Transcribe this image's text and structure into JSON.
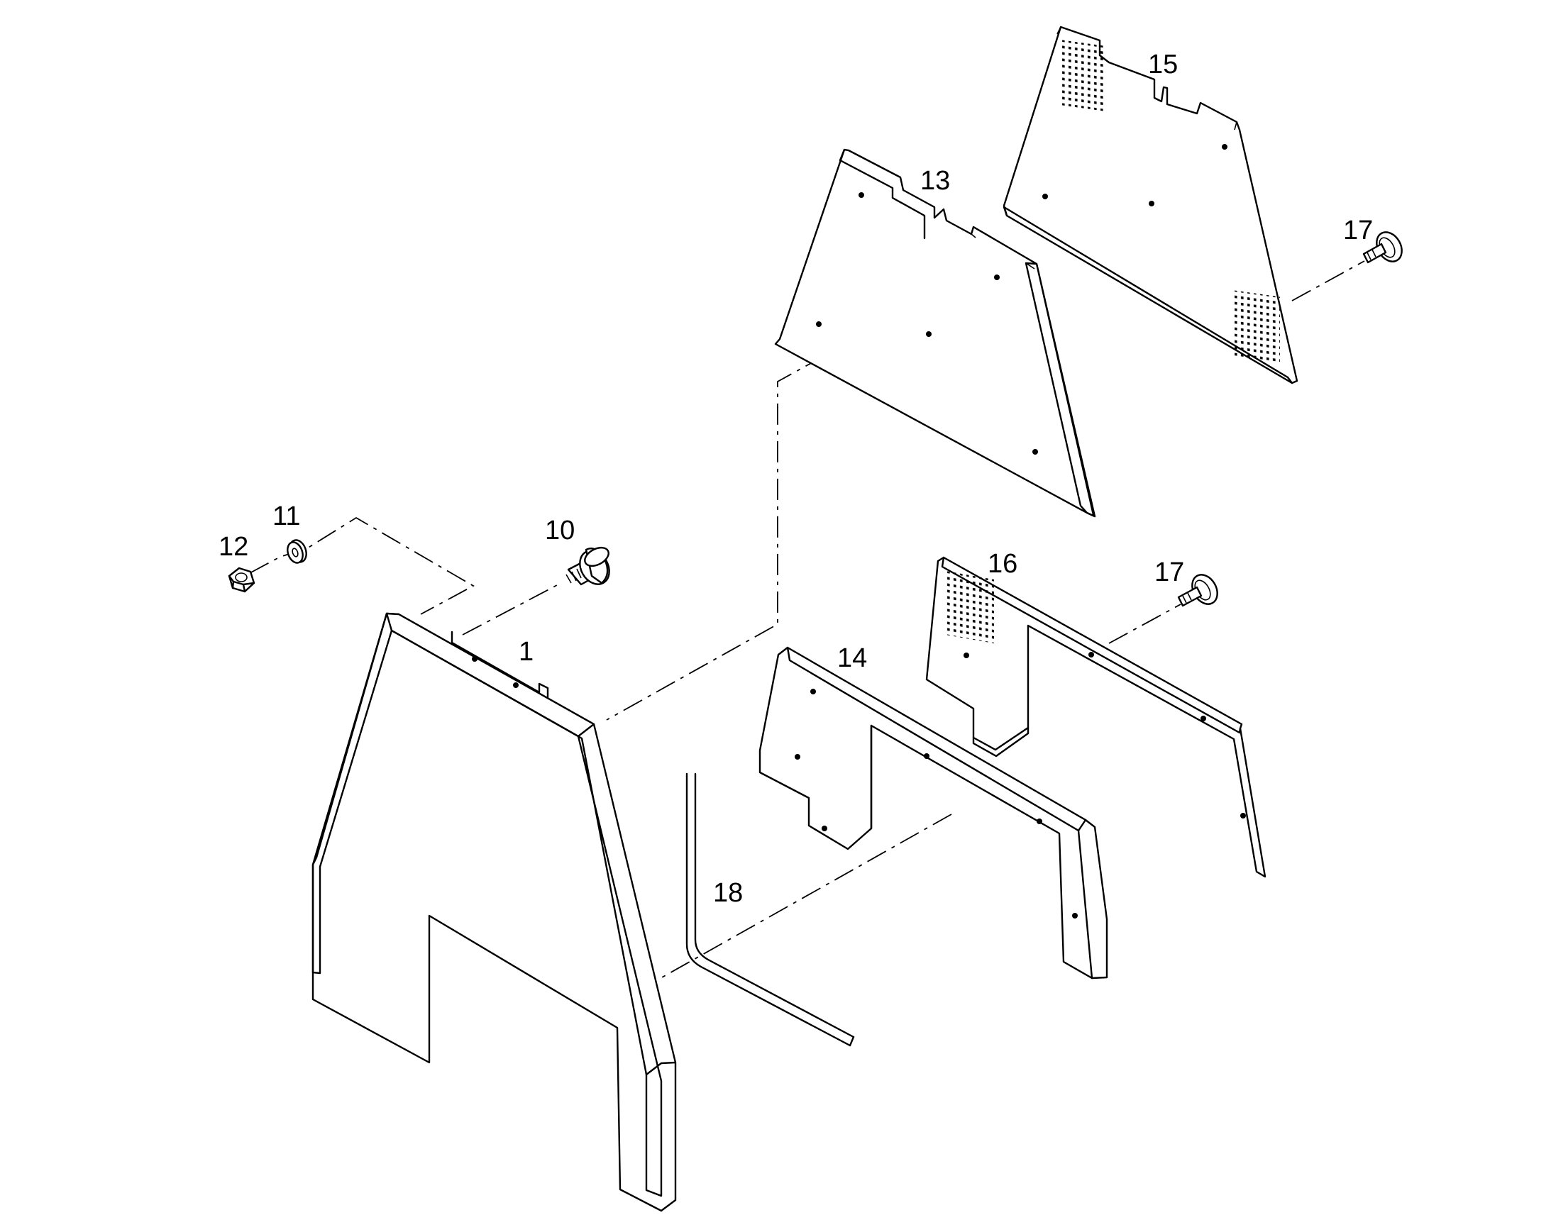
{
  "diagram": {
    "type": "exploded parts diagram",
    "colors": {
      "line": "#000000",
      "background": "#ffffff"
    },
    "callouts": {
      "p1": "1",
      "p10": "10",
      "p11": "11",
      "p12": "12",
      "p13": "13",
      "p14": "14",
      "p15": "15",
      "p16": "16",
      "p17a": "17",
      "p17b": "17",
      "p18": "18"
    }
  }
}
